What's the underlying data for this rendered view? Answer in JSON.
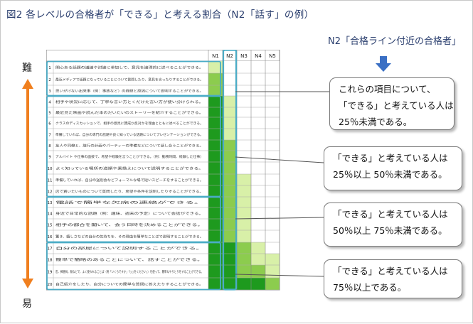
{
  "title": "図2  各レベルの合格者が「できる」と考える割合（N2「話す」の例）",
  "difficulty": {
    "hard": "難",
    "easy": "易"
  },
  "pointer_label": "N2「合格ライン付近の合格者」",
  "levels": [
    "N1",
    "N2",
    "N3",
    "N4",
    "N5"
  ],
  "rows": [
    {
      "num": "1",
      "text": "関心ある話題の議論や討論に参加して、意見を論理的に述べることができる。"
    },
    {
      "num": "2",
      "text": "最近メディアで話題になっていることについて質問したり、意見を言ったりすることができる。"
    },
    {
      "num": "3",
      "text": "思いがけない出来事（例：事故など）の経緯と原因について説明することができる。"
    },
    {
      "num": "4",
      "text": "相手や状況に応じて、丁寧な言い方とくだけた言い方が使い分けられる。"
    },
    {
      "num": "5",
      "text": "最近見た映画や読んだ本のだいたいのストーリーを紹介することができる。"
    },
    {
      "num": "6",
      "text": "クラスのディスカッションで、相手の意見に賛成か反対かを理由とともに述べることができる。"
    },
    {
      "num": "7",
      "text": "準備していれば、自分の専門の話題や良く知っている話題についてプレゼンテーションができる。"
    },
    {
      "num": "8",
      "text": "友人や同僚と、旅行の計画やパーティーの準備などについて話し合うことができる。"
    },
    {
      "num": "9",
      "text": "アルバイト や仕事の面接で、希望や経験を言うことができる。（例：勤務時間、経験した仕事）"
    },
    {
      "num": "10",
      "text": "よく知っている場所の道順や乗換えについて説明することができる。"
    },
    {
      "num": "11",
      "text": "準備していれば、自分の送別会などフォーマルな場で短いスピーチをすることができる。"
    },
    {
      "num": "12",
      "text": "店で買いたいものについて質問したり、希望や条件を説明したりすることができる。"
    },
    {
      "num": "13",
      "text": "電話で簡単な欠席の連絡ができる。"
    },
    {
      "num": "14",
      "text": "身近で日常的な話題（例：趣味、週末の予定）について会話ができる。"
    },
    {
      "num": "15",
      "text": "相手の都合を聞いて、会う日時を決めることができる。"
    },
    {
      "num": "16",
      "text": "驚き、嬉しさなどの自分の気持ちを、その理由を簡単なことばで説明することができる。"
    },
    {
      "num": "17",
      "text": "自分の部屋について説明することができる。"
    },
    {
      "num": "18",
      "text": "簡単で簡略のあることについて、話すことができる。"
    },
    {
      "num": "19",
      "text": "店、郵便局、駅などで、よく使われることば（例「いくらですか」「○○をください」）を使って、簡単なやりとりをすることができる。"
    },
    {
      "num": "20",
      "text": "自己紹介をしたり、自分についての簡単な質問に答えたりすることができる。"
    }
  ],
  "levels_pct": [
    [
      2,
      3,
      3,
      4,
      4,
      4,
      4,
      4,
      4,
      4,
      4,
      4,
      4,
      4,
      4,
      4,
      4,
      4,
      4,
      4
    ],
    [
      1,
      1,
      1,
      2,
      2,
      2,
      2,
      3,
      3,
      3,
      3,
      3,
      3,
      3,
      3,
      3,
      4,
      4,
      4,
      4
    ],
    [
      1,
      1,
      1,
      1,
      1,
      1,
      1,
      1,
      1,
      1,
      2,
      2,
      2,
      2,
      2,
      2,
      3,
      3,
      3,
      4
    ],
    [
      1,
      1,
      1,
      1,
      1,
      1,
      1,
      1,
      1,
      1,
      1,
      1,
      1,
      1,
      1,
      1,
      2,
      2,
      3,
      4
    ],
    [
      1,
      1,
      1,
      1,
      1,
      1,
      1,
      1,
      1,
      1,
      1,
      1,
      1,
      1,
      1,
      1,
      1,
      2,
      2,
      3
    ]
  ],
  "level_colors": {
    "1": "#ffffff",
    "2": "#d8f0a8",
    "3": "#8ccc4e",
    "4": "#1e9a1e"
  },
  "callouts": [
    {
      "lines": [
        "これらの項目について、",
        "「できる」と考えている人は",
        "25％未満である。"
      ]
    },
    {
      "lines": [
        "「できる」と考えている人は",
        "25％以上 50％未満である。"
      ]
    },
    {
      "lines": [
        "「できる」と考えている人は",
        "50％以上 75％未満である。"
      ]
    },
    {
      "lines": [
        "「できる」と考えている人は",
        "75％以上である。"
      ]
    }
  ],
  "colors": {
    "title": "#2a3e6e",
    "orange_arrow": "#f07f1e",
    "blue_arrow": "#3a6fc4",
    "highlight": "#4bacc6"
  }
}
